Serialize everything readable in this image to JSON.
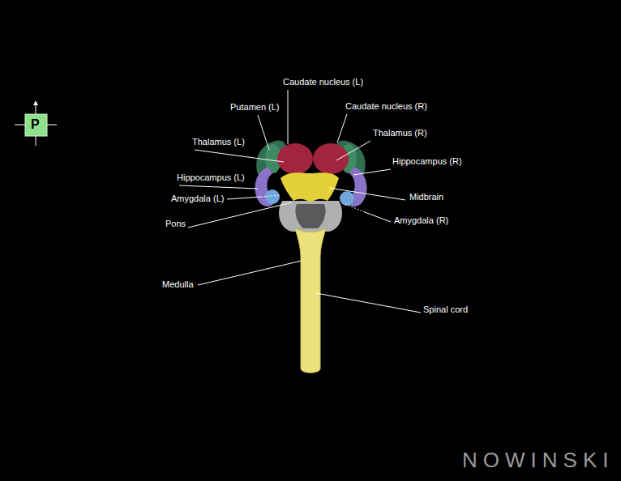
{
  "diagram": {
    "labels": [
      "P",
      "Caudate nucleus (L)",
      "Putamen (L)",
      "Caudate nucleus (R)",
      "Thalamus (L)",
      "Thalamus (R)",
      "Hippocampus (R)",
      "Hippocampus (L)",
      "Amygdala (L)",
      "Midbrain",
      "Pons",
      "Amygdala (R)",
      "Medulla",
      "Spinal cord",
      "NOWINSKI"
    ]
  }
}
